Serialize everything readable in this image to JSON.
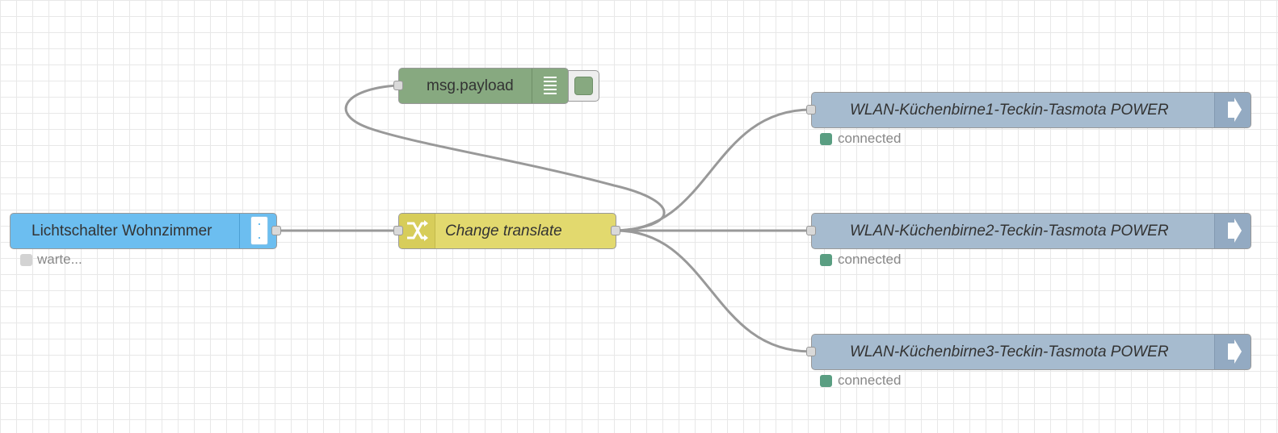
{
  "nodes": {
    "inject": {
      "label": "Lichtschalter Wohnzimmer",
      "status": "warte...",
      "color": "#6cbef0",
      "status_color": "#d3d3d3"
    },
    "debug": {
      "label": "msg.payload",
      "color": "#87a980",
      "icon": "list-icon"
    },
    "change": {
      "label": "Change translate",
      "color": "#e2d96e",
      "icon": "shuffle-icon"
    },
    "outputs": [
      {
        "label": "WLAN-Küchenbirne1-Teckin-Tasmota POWER",
        "status": "connected"
      },
      {
        "label": "WLAN-Küchenbirne2-Teckin-Tasmota POWER",
        "status": "connected"
      },
      {
        "label": "WLAN-Küchenbirne3-Teckin-Tasmota POWER",
        "status": "connected"
      }
    ],
    "output_color": "#a6bbcf",
    "connected_color": "#5a9e82"
  },
  "canvas": {
    "grid_color": "#e8e8e8",
    "wire_color": "#999999"
  }
}
